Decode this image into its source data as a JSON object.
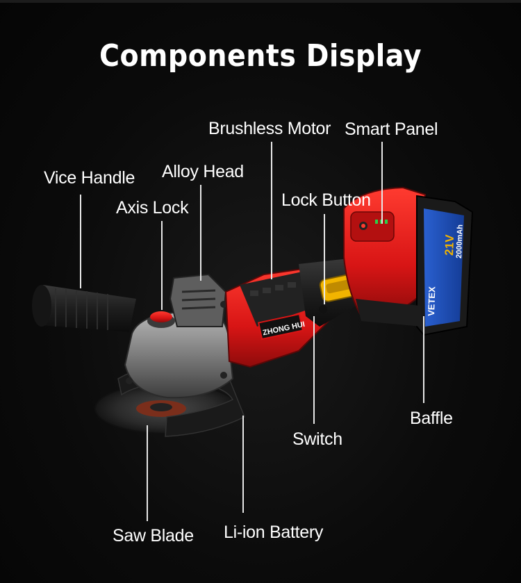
{
  "title": "Components Display",
  "labels": {
    "brushless_motor": "Brushless Motor",
    "smart_panel": "Smart Panel",
    "vice_handle": "Vice Handle",
    "alloy_head": "Alloy Head",
    "axis_lock": "Axis Lock",
    "lock_button": "Lock Button",
    "baffle": "Baffle",
    "switch": "Switch",
    "saw_blade": "Saw Blade",
    "li_ion_battery": "Li-ion Battery"
  },
  "product_text": {
    "brand_plate": "ZHONG HUI",
    "battery_brand": "VETEX",
    "battery_voltage": "21V",
    "battery_capacity": "2000mAh"
  },
  "colors": {
    "accent_red": "#e01b1b",
    "accent_yellow": "#f2b400",
    "battery_blue": "#1f4fb8",
    "body_black": "#1c1c1c",
    "metal_grey": "#8a8a8a"
  }
}
